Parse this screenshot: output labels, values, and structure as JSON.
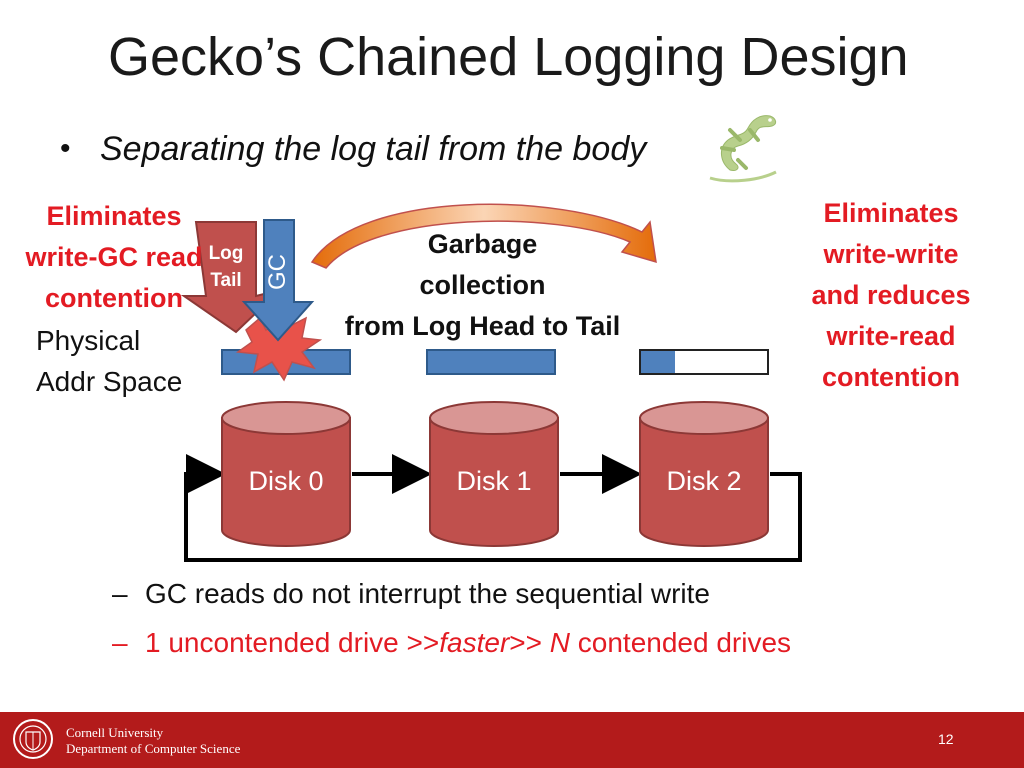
{
  "slide": {
    "title": "Gecko’s Chained Logging Design",
    "bullet": "Separating the log tail from the body",
    "page_number": "12"
  },
  "left_callout": {
    "line1": "Eliminates",
    "line2": "write-GC read",
    "line3": "contention"
  },
  "right_callout": {
    "line1": "Eliminates",
    "line2": "write-write",
    "line3": "and reduces",
    "line4": "write-read",
    "line5": "contention"
  },
  "physical": {
    "line1": "Physical",
    "line2": "Addr Space"
  },
  "arrows": {
    "log_tail_line1": "Log",
    "log_tail_line2": "Tail",
    "gc": "GC"
  },
  "gc_caption": {
    "line1": "Garbage",
    "line2": "collection",
    "line3": "from Log Head to Tail"
  },
  "disks": [
    "Disk 0",
    "Disk 1",
    "Disk 2"
  ],
  "sub_bullets": {
    "first": "GC reads do not interrupt the sequential write",
    "second": {
      "part1": "1 uncontended drive  >>",
      "part2": "faster",
      "part3": ">>  ",
      "part4": "N",
      "part5": " contended drives"
    }
  },
  "footer": {
    "university": "Cornell University",
    "department": "Department of Computer Science"
  },
  "colors": {
    "accent_red": "#e31b23",
    "footer_red": "#b31b1b",
    "disk_red": "#c0504d",
    "bar_blue": "#4f81bd",
    "arrow_orange": "#f79646"
  }
}
